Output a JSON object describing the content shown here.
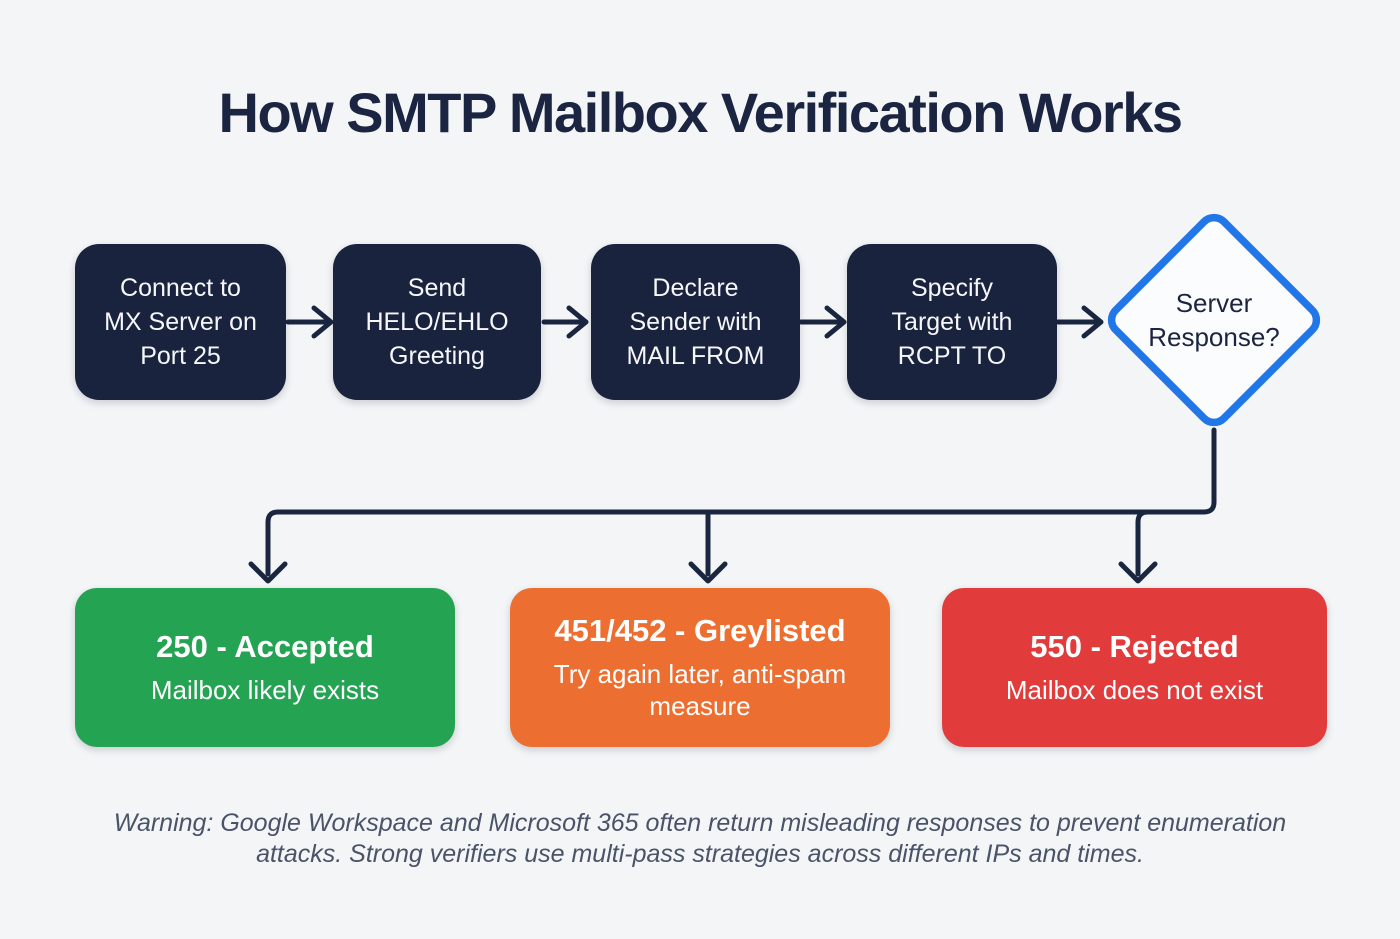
{
  "title": "How SMTP Mailbox Verification Works",
  "colors": {
    "background": "#f3f5f7",
    "node_navy": "#19233d",
    "accent_blue": "#2277e8",
    "success_green": "#24a353",
    "warning_orange": "#ed6e31",
    "error_red": "#e13b3c",
    "connector": "#1a2540",
    "text_light": "#f5f7fa",
    "text_dark": "#1b2440",
    "footer_gray": "#4a5368",
    "diamond_fill": "#fbfcfe"
  },
  "steps": [
    {
      "label": "Connect to\nMX Server on\nPort 25"
    },
    {
      "label": "Send\nHELO/EHLO\nGreeting"
    },
    {
      "label": "Declare\nSender with\nMAIL FROM"
    },
    {
      "label": "Specify\nTarget with\nRCPT TO"
    }
  ],
  "decision": {
    "label": "Server\nResponse?"
  },
  "outcomes": [
    {
      "code": "250 - Accepted",
      "description": "Mailbox likely exists"
    },
    {
      "code": "451/452 - Greylisted",
      "description": "Try again later, anti-spam\nmeasure"
    },
    {
      "code": "550 - Rejected",
      "description": "Mailbox does not exist"
    }
  ],
  "footer": "Warning: Google Workspace and Microsoft 365 often return misleading responses to prevent enumeration\nattacks. Strong verifiers use multi-pass strategies across different IPs and times."
}
